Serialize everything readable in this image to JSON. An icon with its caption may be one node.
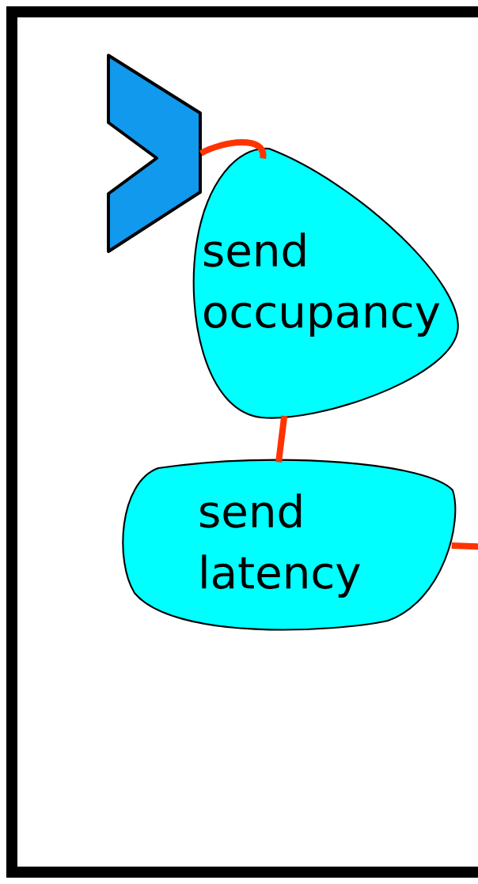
{
  "diagram": {
    "nodes": [
      {
        "text": [],
        "shape": "chevron"
      },
      {
        "text": [
          "send occupancy"
        ]
      },
      {
        "text": [
          "send latency"
        ]
      }
    ],
    "edges": [
      {
        "from": 0,
        "to": 1,
        "arrow": "none"
      },
      {
        "from": 1,
        "to": 2,
        "arrow": "none"
      },
      {
        "from": 2,
        "to": null,
        "arrow": "none"
      }
    ]
  }
}
